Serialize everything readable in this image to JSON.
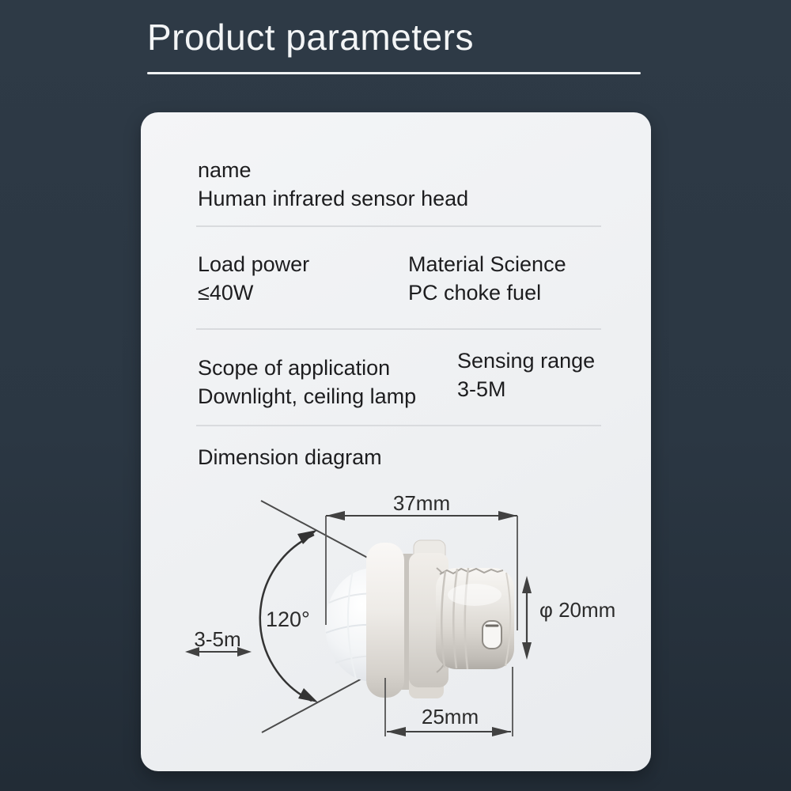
{
  "header": {
    "title": "Product parameters"
  },
  "specs": {
    "name": {
      "label": "name",
      "value": "Human infrared sensor head"
    },
    "load_power": {
      "label": "Load power",
      "value": "≤40W"
    },
    "material": {
      "label": "Material Science",
      "value": "PC choke fuel"
    },
    "scope": {
      "label": "Scope of application",
      "value": "Downlight, ceiling lamp"
    },
    "sensing_range": {
      "label": "Sensing range",
      "value": "3-5M"
    },
    "dimension_heading": "Dimension diagram"
  },
  "diagram": {
    "dimensions": {
      "top_width": "37mm",
      "diameter": "φ 20mm",
      "bottom_width": "25mm",
      "beam_angle": "120°",
      "detection_range": "3-5m"
    }
  },
  "colors": {
    "background": "#2b3743",
    "card": "#eef0f2",
    "title_text": "#f3f5f6",
    "body_text": "#1d1d1f",
    "dimension_lines": "#414141",
    "divider": "#d9dbde"
  }
}
